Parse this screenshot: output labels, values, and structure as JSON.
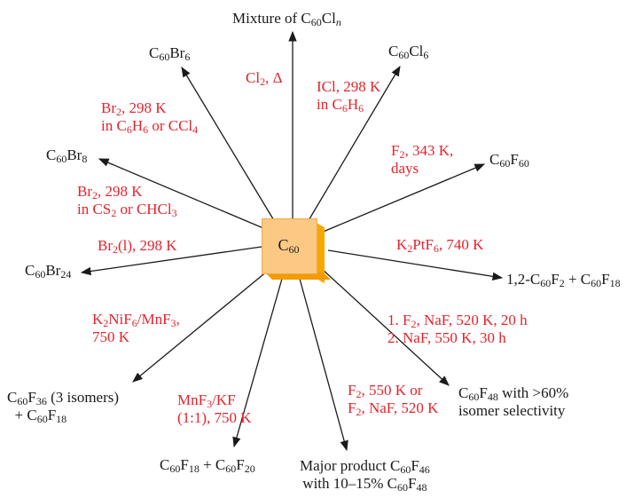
{
  "center": {
    "text": "C60",
    "html": "C<sub>60</sub>"
  },
  "products": [
    {
      "id": "mixture",
      "text": "Mixture of C60Cln",
      "html": "Mixture of C<sub>60</sub>Cl<sub><i>n</i></sub>"
    },
    {
      "id": "c60cl6",
      "text": "C60Cl6",
      "html": "C<sub>60</sub>Cl<sub>6</sub>"
    },
    {
      "id": "c60f60",
      "text": "C60F60",
      "html": "C<sub>60</sub>F<sub>60</sub>"
    },
    {
      "id": "c60f2-f18",
      "text": "1,2-C60F2 + C60F18",
      "html": "1,2-C<sub>60</sub>F<sub>2</sub> + C<sub>60</sub>F<sub>18</sub>"
    },
    {
      "id": "c60f48",
      "text": "C60F48 with >60% isomer selectivity",
      "html": "C<sub>60</sub>F<sub>48</sub> with &gt;60%<br>isomer selectivity"
    },
    {
      "id": "c60f46",
      "text": "Major product C60F46 with 10–15% C60F48",
      "html": "Major product C<sub>60</sub>F<sub>46</sub><br>with 10–15% C<sub>60</sub>F<sub>48</sub>"
    },
    {
      "id": "c60f18-f20",
      "text": "C60F18 + C60F20",
      "html": "C<sub>60</sub>F<sub>18</sub> + C<sub>60</sub>F<sub>20</sub>"
    },
    {
      "id": "c60f36",
      "text": "C60F36 (3 isomers) + C60F18",
      "html": "C<sub>60</sub>F<sub>36</sub> (3 isomers)<br>&nbsp;&nbsp;+ C<sub>60</sub>F<sub>18</sub>"
    },
    {
      "id": "c60br24",
      "text": "C60Br24",
      "html": "C<sub>60</sub>Br<sub>24</sub>"
    },
    {
      "id": "c60br8",
      "text": "C60Br8",
      "html": "C<sub>60</sub>Br<sub>8</sub>"
    },
    {
      "id": "c60br6",
      "text": "C60Br6",
      "html": "C<sub>60</sub>Br<sub>6</sub>"
    }
  ],
  "conditions": [
    {
      "id": "cl2",
      "text": "Cl2, Δ",
      "html": "Cl<sub>2</sub>, Δ"
    },
    {
      "id": "icl",
      "text": "ICl, 298 K in C6H6",
      "html": "ICl, 298 K<br>in C<sub>6</sub>H<sub>6</sub>"
    },
    {
      "id": "f2-343",
      "text": "F2, 343 K, days",
      "html": "F<sub>2</sub>, 343 K,<br>days"
    },
    {
      "id": "k2ptf6",
      "text": "K2PtF6, 740 K",
      "html": "K<sub>2</sub>PtF<sub>6</sub>, 740 K"
    },
    {
      "id": "f2-naf-2step",
      "text": "1. F2, NaF, 520 K, 20 h 2. NaF, 550 K, 30 h",
      "html": "1. F<sub>2</sub>, NaF, 520 K, 20 h<br>2. NaF, 550 K, 30 h"
    },
    {
      "id": "f2-550",
      "text": "F2, 550 K or F2, NaF, 520 K",
      "html": "F<sub>2</sub>, 550 K or<br>F<sub>2</sub>, NaF, 520 K"
    },
    {
      "id": "mnf3-kf",
      "text": "MnF3/KF (1:1), 750 K",
      "html": "MnF<sub>3</sub>/KF<br>(1:1), 750 K"
    },
    {
      "id": "k2nif6",
      "text": "K2NiF6/MnF3, 750 K",
      "html": "K<sub>2</sub>NiF<sub>6</sub>/MnF<sub>3</sub>,<br>750 K"
    },
    {
      "id": "br2-liquid",
      "text": "Br2(l), 298 K",
      "html": "Br<sub>2</sub>(l), 298 K"
    },
    {
      "id": "br2-cs2",
      "text": "Br2, 298 K in CS2 or CHCl3",
      "html": "Br<sub>2</sub>, 298 K<br>in CS<sub>2</sub> or CHCl<sub>3</sub>"
    },
    {
      "id": "br2-c6h6",
      "text": "Br2, 298 K in C6H6 or CCl4",
      "html": "Br<sub>2</sub>, 298 K<br>in C<sub>6</sub>H<sub>6</sub> or CCl<sub>4</sub>"
    }
  ],
  "colors": {
    "product_text": "#1a1a1a",
    "condition_text": "#e4232b",
    "arrow": "#1a1a1a",
    "cube_face": "#fcc985",
    "cube_edge": "#f7a800"
  }
}
